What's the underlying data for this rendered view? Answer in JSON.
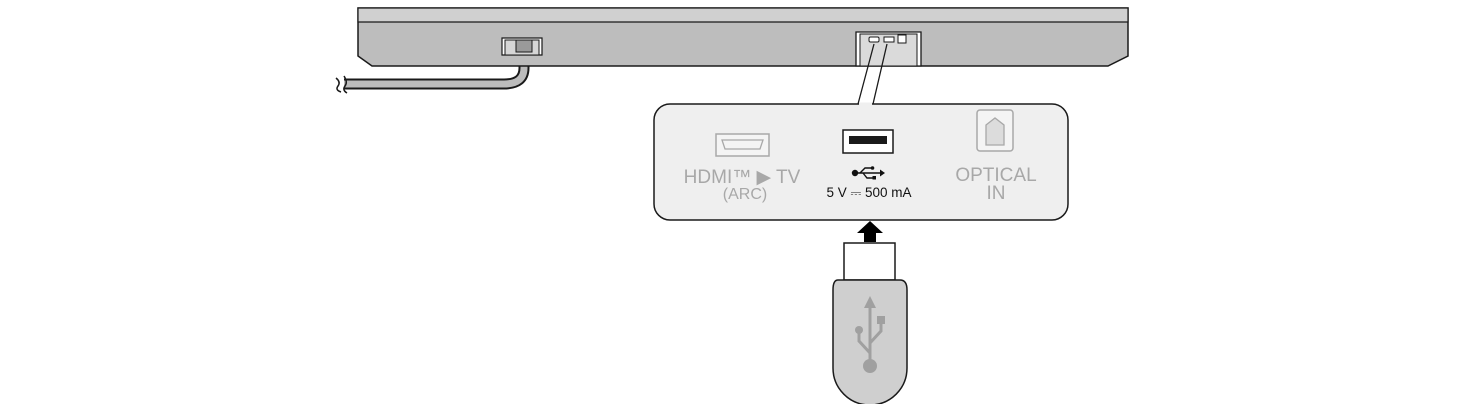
{
  "ports": {
    "hdmi": {
      "line1": "HDMI™ ▶ TV",
      "line2": "(ARC)",
      "active": false
    },
    "usb": {
      "rating": "5 V ⎓ 500 mA",
      "active": true
    },
    "optical": {
      "line1": "OPTICAL",
      "line2": "IN",
      "active": false
    }
  },
  "colors": {
    "outline": "#1a1a1a",
    "soundbar_body": "#bdbdbd",
    "soundbar_top": "#d0d0d0",
    "panel_fill": "#efefef",
    "inactive_label": "#a8a8a8",
    "active_label": "#111111",
    "usb_stick_body": "#cfcfcf",
    "usb_symbol": "#a0a0a0",
    "arrow": "#000000"
  },
  "icons": {
    "usb_trident": "usb-trident-icon",
    "insert_arrow": "up-arrow-icon",
    "hdmi_port": "hdmi-port-icon",
    "usb_port": "usb-port-icon",
    "optical_port": "optical-port-icon"
  }
}
